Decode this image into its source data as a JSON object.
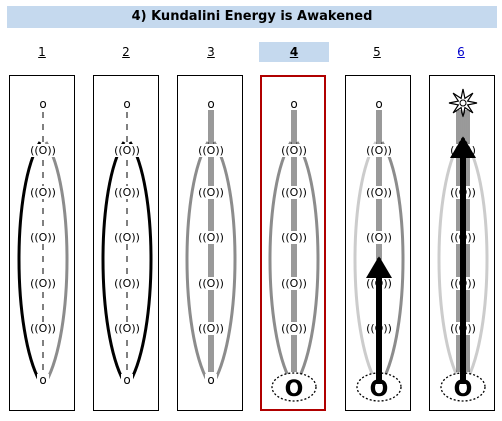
{
  "header": {
    "title": "4) Kundalini Energy is Awakened"
  },
  "tabs": [
    {
      "label": "1",
      "state": "normal"
    },
    {
      "label": "2",
      "state": "normal"
    },
    {
      "label": "3",
      "state": "normal"
    },
    {
      "label": "4",
      "state": "active"
    },
    {
      "label": "5",
      "state": "normal"
    },
    {
      "label": "6",
      "state": "link"
    }
  ],
  "diagram": {
    "crown_label": "o",
    "chakra_label": "((O))",
    "root_label": "o",
    "root_label_large": "O",
    "colors": {
      "header_bg": "#c5d9ee",
      "selected_border": "#b00000",
      "link": "#0000cc",
      "channel_dark": "#000000",
      "channel_gray": "#8c8c8c",
      "channel_light": "#cccccc"
    },
    "icons": [
      "star-icon",
      "arrow-up-icon"
    ]
  }
}
